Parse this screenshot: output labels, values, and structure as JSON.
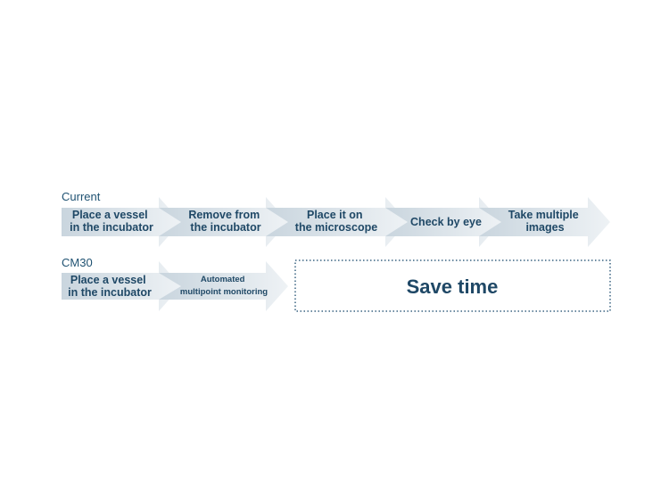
{
  "rows": {
    "current": {
      "label": "Current",
      "steps": [
        {
          "lines": [
            "Place a vessel",
            "in the incubator"
          ]
        },
        {
          "lines": [
            "Remove from",
            "the incubator"
          ]
        },
        {
          "lines": [
            "Place it on",
            "the microscope"
          ]
        },
        {
          "lines": [
            "Check by eye"
          ]
        },
        {
          "lines": [
            "Take multiple",
            "images"
          ]
        }
      ]
    },
    "cm30": {
      "label": "CM30",
      "steps": [
        {
          "lines": [
            "Place a vessel",
            "in the incubator"
          ]
        },
        {
          "lines": [
            "Automated",
            "multipoint monitoring"
          ]
        }
      ],
      "save_box": {
        "label": "Save time"
      }
    }
  },
  "colors": {
    "arrow_fill_start": "#c9d5de",
    "arrow_fill_end": "#eef2f5",
    "text": "#1f4866",
    "dotted_border": "#3a6482"
  }
}
